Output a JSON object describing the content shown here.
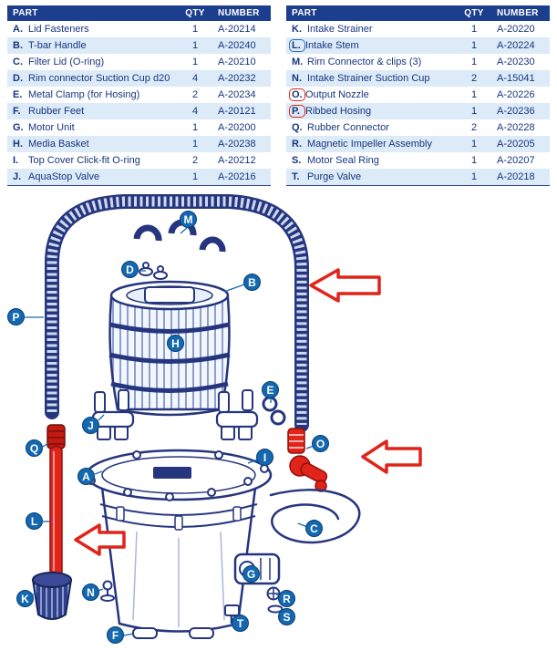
{
  "tables": {
    "left": {
      "headers": [
        "PART",
        "QTY",
        "NUMBER"
      ],
      "rows": [
        {
          "letter": "A.",
          "name": "Lid Fasteners",
          "qty": "1",
          "number": "A-20214",
          "highlight": ""
        },
        {
          "letter": "B.",
          "name": "T-bar Handle",
          "qty": "1",
          "number": "A-20240",
          "highlight": ""
        },
        {
          "letter": "C.",
          "name": "Filter Lid (O-ring)",
          "qty": "1",
          "number": "A-20210",
          "highlight": ""
        },
        {
          "letter": "D.",
          "name": "Rim connector Suction Cup d20",
          "qty": "4",
          "number": "A-20232",
          "highlight": ""
        },
        {
          "letter": "E.",
          "name": "Metal Clamp (for Hosing)",
          "qty": "2",
          "number": "A-20234",
          "highlight": ""
        },
        {
          "letter": "F.",
          "name": "Rubber Feet",
          "qty": "4",
          "number": "A-20121",
          "highlight": ""
        },
        {
          "letter": "G.",
          "name": "Motor Unit",
          "qty": "1",
          "number": "A-20200",
          "highlight": ""
        },
        {
          "letter": "H.",
          "name": "Media Basket",
          "qty": "1",
          "number": "A-20238",
          "highlight": ""
        },
        {
          "letter": "I.",
          "name": "Top Cover Click-fit O-ring",
          "qty": "2",
          "number": "A-20212",
          "highlight": ""
        },
        {
          "letter": "J.",
          "name": "AquaStop Valve",
          "qty": "1",
          "number": "A-20216",
          "highlight": ""
        }
      ]
    },
    "right": {
      "headers": [
        "PART",
        "QTY",
        "NUMBER"
      ],
      "rows": [
        {
          "letter": "K.",
          "name": "Intake Strainer",
          "qty": "1",
          "number": "A-20220",
          "highlight": ""
        },
        {
          "letter": "L.",
          "name": "Intake Stem",
          "qty": "1",
          "number": "A-20224",
          "highlight": "blue"
        },
        {
          "letter": "M.",
          "name": "Rim Connector & clips (3)",
          "qty": "1",
          "number": "A-20230",
          "highlight": ""
        },
        {
          "letter": "N.",
          "name": "Intake Strainer Suction Cup",
          "qty": "2",
          "number": "A-15041",
          "highlight": ""
        },
        {
          "letter": "O.",
          "name": "Output Nozzle",
          "qty": "1",
          "number": "A-20226",
          "highlight": "red"
        },
        {
          "letter": "P.",
          "name": "Ribbed Hosing",
          "qty": "1",
          "number": "A-20236",
          "highlight": "red"
        },
        {
          "letter": "Q.",
          "name": "Rubber Connector",
          "qty": "2",
          "number": "A-20228",
          "highlight": ""
        },
        {
          "letter": "R.",
          "name": "Magnetic Impeller Assembly",
          "qty": "1",
          "number": "A-20205",
          "highlight": ""
        },
        {
          "letter": "S.",
          "name": "Motor Seal Ring",
          "qty": "1",
          "number": "A-20207",
          "highlight": ""
        },
        {
          "letter": "T.",
          "name": "Purge Valve",
          "qty": "1",
          "number": "A-20218",
          "highlight": ""
        }
      ]
    }
  },
  "diagram": {
    "callouts": [
      {
        "letter": "P"
      },
      {
        "letter": "D"
      },
      {
        "letter": "M"
      },
      {
        "letter": "B"
      },
      {
        "letter": "H"
      },
      {
        "letter": "E"
      },
      {
        "letter": "J"
      },
      {
        "letter": "Q"
      },
      {
        "letter": "A"
      },
      {
        "letter": "I"
      },
      {
        "letter": "O"
      },
      {
        "letter": "C"
      },
      {
        "letter": "L"
      },
      {
        "letter": "K"
      },
      {
        "letter": "N"
      },
      {
        "letter": "G"
      },
      {
        "letter": "R"
      },
      {
        "letter": "S"
      },
      {
        "letter": "T"
      },
      {
        "letter": "F"
      }
    ],
    "colors": {
      "header_blue": "#1c3e8f",
      "row_alt_blue": "#dcebf7",
      "callout_blue": "#1468af",
      "line_navy": "#26367e",
      "highlight_red": "#e0241a"
    }
  }
}
